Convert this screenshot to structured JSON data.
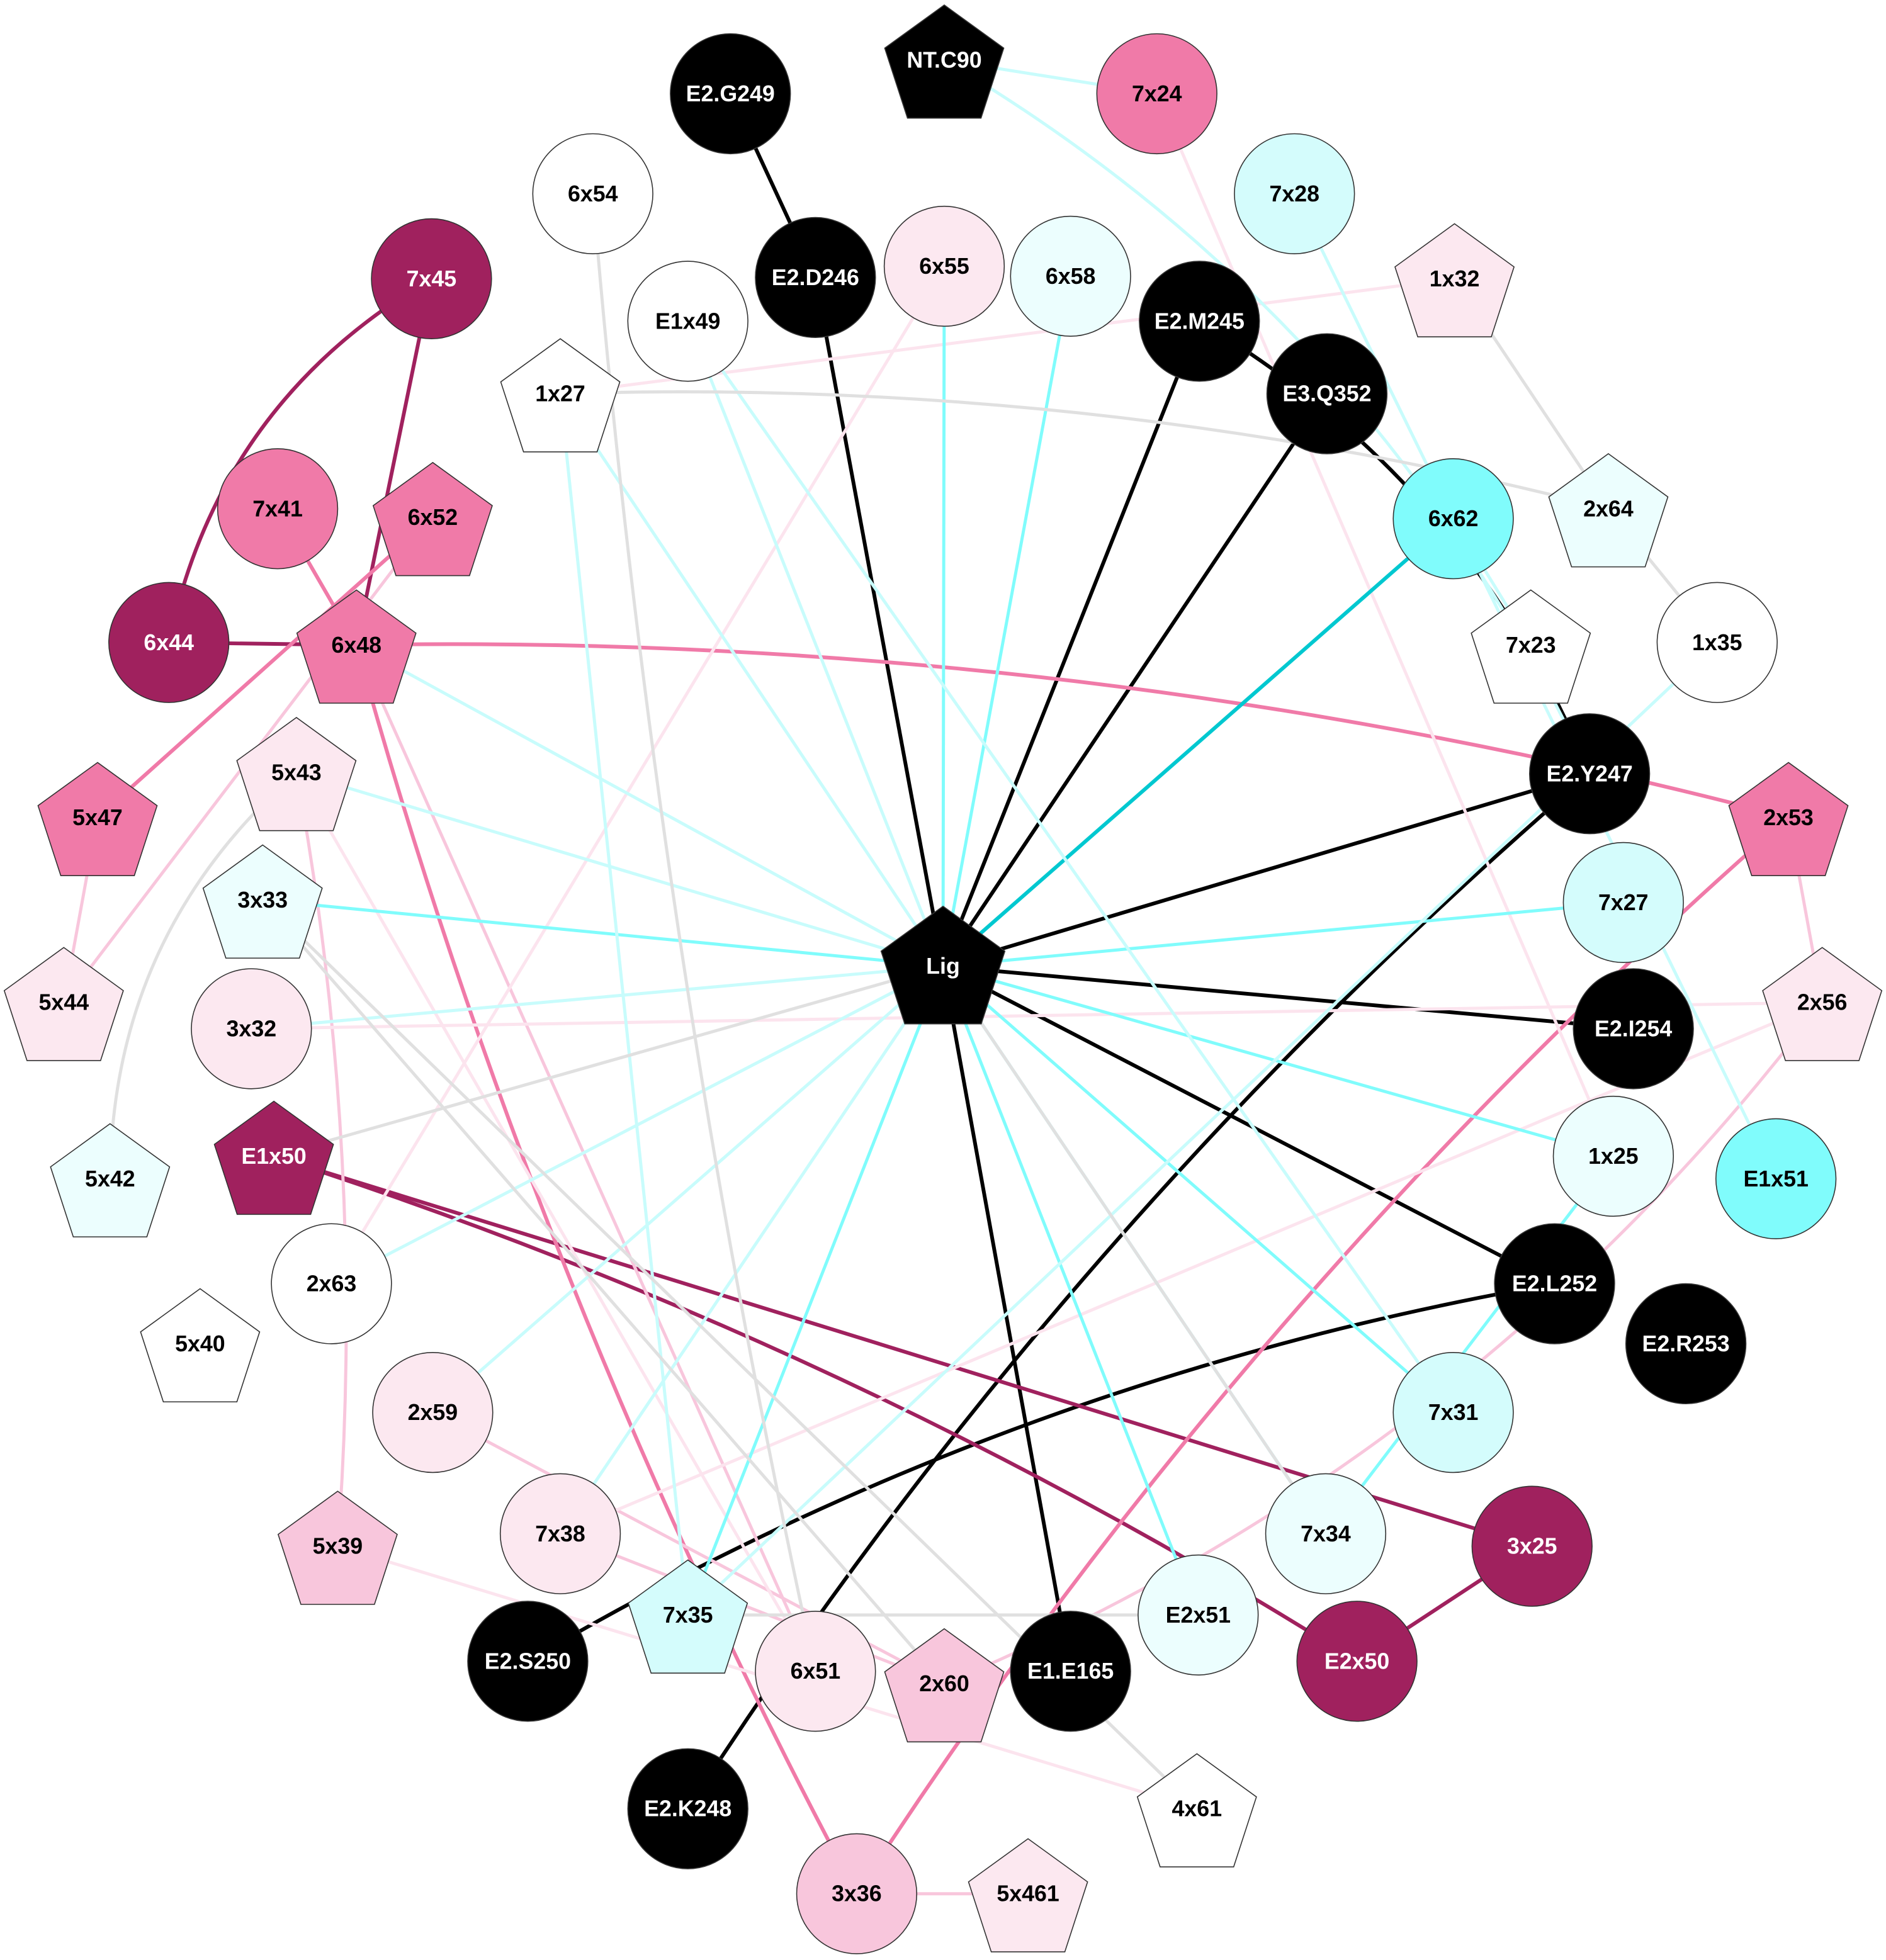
{
  "colors": {
    "black": "#000000",
    "dark_magenta": "#a0215e",
    "pink": "#f07aa8",
    "light_pink": "#f8c6dc",
    "pale_pink": "#fce8f0",
    "cyan": "#00c8d0",
    "mid_cyan": "#80fcfc",
    "light_cyan": "#d4fcfc",
    "pale_cyan": "#ecfefe",
    "white": "#ffffff",
    "gray_edge": "#e0e0e0"
  },
  "nodes": [
    {
      "id": "Lig",
      "shape": "pentagon",
      "fill": "#000000",
      "text": "#ffffff"
    },
    {
      "id": "NT.C90",
      "shape": "pentagon",
      "fill": "#000000",
      "text": "#ffffff"
    },
    {
      "id": "E2.G249",
      "shape": "circle",
      "fill": "#000000",
      "text": "#ffffff"
    },
    {
      "id": "7x24",
      "shape": "circle",
      "fill": "#f07aa8",
      "text": "#000000"
    },
    {
      "id": "6x54",
      "shape": "circle",
      "fill": "#ffffff",
      "text": "#000000"
    },
    {
      "id": "7x28",
      "shape": "circle",
      "fill": "#d4fcfc",
      "text": "#000000"
    },
    {
      "id": "7x45",
      "shape": "circle",
      "fill": "#a0215e",
      "text": "#ffffff"
    },
    {
      "id": "E2.D246",
      "shape": "circle",
      "fill": "#000000",
      "text": "#ffffff"
    },
    {
      "id": "6x55",
      "shape": "circle",
      "fill": "#fce8f0",
      "text": "#000000"
    },
    {
      "id": "6x58",
      "shape": "circle",
      "fill": "#ecfefe",
      "text": "#000000"
    },
    {
      "id": "E2.M245",
      "shape": "circle",
      "fill": "#000000",
      "text": "#ffffff"
    },
    {
      "id": "1x32",
      "shape": "pentagon",
      "fill": "#fce8f0",
      "text": "#000000"
    },
    {
      "id": "E1x49",
      "shape": "circle",
      "fill": "#ffffff",
      "text": "#000000"
    },
    {
      "id": "1x27",
      "shape": "pentagon",
      "fill": "#ffffff",
      "text": "#000000"
    },
    {
      "id": "E3.Q352",
      "shape": "circle",
      "fill": "#000000",
      "text": "#ffffff"
    },
    {
      "id": "7x41",
      "shape": "circle",
      "fill": "#f07aa8",
      "text": "#000000"
    },
    {
      "id": "6x52",
      "shape": "pentagon",
      "fill": "#f07aa8",
      "text": "#000000"
    },
    {
      "id": "6x62",
      "shape": "circle",
      "fill": "#80fcfc",
      "text": "#000000"
    },
    {
      "id": "2x64",
      "shape": "pentagon",
      "fill": "#ecfefe",
      "text": "#000000"
    },
    {
      "id": "6x44",
      "shape": "circle",
      "fill": "#a0215e",
      "text": "#ffffff"
    },
    {
      "id": "6x48",
      "shape": "pentagon",
      "fill": "#f07aa8",
      "text": "#000000"
    },
    {
      "id": "7x23",
      "shape": "pentagon",
      "fill": "#ffffff",
      "text": "#000000"
    },
    {
      "id": "1x35",
      "shape": "circle",
      "fill": "#ffffff",
      "text": "#000000"
    },
    {
      "id": "E2.Y247",
      "shape": "circle",
      "fill": "#000000",
      "text": "#ffffff"
    },
    {
      "id": "5x43",
      "shape": "pentagon",
      "fill": "#fce8f0",
      "text": "#000000"
    },
    {
      "id": "5x47",
      "shape": "pentagon",
      "fill": "#f07aa8",
      "text": "#000000"
    },
    {
      "id": "2x53",
      "shape": "pentagon",
      "fill": "#f07aa8",
      "text": "#000000"
    },
    {
      "id": "3x33",
      "shape": "pentagon",
      "fill": "#ecfefe",
      "text": "#000000"
    },
    {
      "id": "7x27",
      "shape": "circle",
      "fill": "#d4fcfc",
      "text": "#000000"
    },
    {
      "id": "5x44",
      "shape": "pentagon",
      "fill": "#fce8f0",
      "text": "#000000"
    },
    {
      "id": "3x32",
      "shape": "circle",
      "fill": "#fce8f0",
      "text": "#000000"
    },
    {
      "id": "E2.I254",
      "shape": "circle",
      "fill": "#000000",
      "text": "#ffffff"
    },
    {
      "id": "2x56",
      "shape": "pentagon",
      "fill": "#fce8f0",
      "text": "#000000"
    },
    {
      "id": "5x42",
      "shape": "pentagon",
      "fill": "#ecfefe",
      "text": "#000000"
    },
    {
      "id": "E1x50",
      "shape": "pentagon",
      "fill": "#a0215e",
      "text": "#ffffff"
    },
    {
      "id": "1x25",
      "shape": "circle",
      "fill": "#ecfefe",
      "text": "#000000"
    },
    {
      "id": "E1x51",
      "shape": "circle",
      "fill": "#80fcfc",
      "text": "#000000"
    },
    {
      "id": "2x63",
      "shape": "circle",
      "fill": "#ffffff",
      "text": "#000000"
    },
    {
      "id": "E2.L252",
      "shape": "circle",
      "fill": "#000000",
      "text": "#ffffff"
    },
    {
      "id": "5x40",
      "shape": "pentagon",
      "fill": "#ffffff",
      "text": "#000000"
    },
    {
      "id": "E2.R253",
      "shape": "circle",
      "fill": "#000000",
      "text": "#ffffff"
    },
    {
      "id": "2x59",
      "shape": "circle",
      "fill": "#fce8f0",
      "text": "#000000"
    },
    {
      "id": "7x31",
      "shape": "circle",
      "fill": "#d4fcfc",
      "text": "#000000"
    },
    {
      "id": "7x38",
      "shape": "circle",
      "fill": "#fce8f0",
      "text": "#000000"
    },
    {
      "id": "5x39",
      "shape": "pentagon",
      "fill": "#f8c6dc",
      "text": "#000000"
    },
    {
      "id": "7x34",
      "shape": "circle",
      "fill": "#ecfefe",
      "text": "#000000"
    },
    {
      "id": "3x25",
      "shape": "circle",
      "fill": "#a0215e",
      "text": "#ffffff"
    },
    {
      "id": "7x35",
      "shape": "pentagon",
      "fill": "#d4fcfc",
      "text": "#000000"
    },
    {
      "id": "E2x51",
      "shape": "circle",
      "fill": "#ecfefe",
      "text": "#000000"
    },
    {
      "id": "E2.S250",
      "shape": "circle",
      "fill": "#000000",
      "text": "#ffffff"
    },
    {
      "id": "6x51",
      "shape": "circle",
      "fill": "#fce8f0",
      "text": "#000000"
    },
    {
      "id": "2x60",
      "shape": "pentagon",
      "fill": "#f8c6dc",
      "text": "#000000"
    },
    {
      "id": "E1.E165",
      "shape": "circle",
      "fill": "#000000",
      "text": "#ffffff"
    },
    {
      "id": "E2x50",
      "shape": "circle",
      "fill": "#a0215e",
      "text": "#ffffff"
    },
    {
      "id": "E2.K248",
      "shape": "circle",
      "fill": "#000000",
      "text": "#ffffff"
    },
    {
      "id": "4x61",
      "shape": "pentagon",
      "fill": "#ffffff",
      "text": "#000000"
    },
    {
      "id": "3x36",
      "shape": "circle",
      "fill": "#f8c6dc",
      "text": "#000000"
    },
    {
      "id": "5x461",
      "shape": "pentagon",
      "fill": "#fce8f0",
      "text": "#000000"
    }
  ],
  "edges": [
    {
      "s": "E2.G249",
      "t": "E2.D246",
      "color": "#000000"
    },
    {
      "s": "E2.D246",
      "t": "Lig",
      "color": "#000000"
    },
    {
      "s": "E2.M245",
      "t": "Lig",
      "color": "#000000"
    },
    {
      "s": "E3.Q352",
      "t": "Lig",
      "color": "#000000"
    },
    {
      "s": "E2.M245",
      "t": "E2.Y247",
      "color": "#000000"
    },
    {
      "s": "E2.Y247",
      "t": "Lig",
      "color": "#000000"
    },
    {
      "s": "E2.I254",
      "t": "Lig",
      "color": "#000000"
    },
    {
      "s": "E2.L252",
      "t": "Lig",
      "color": "#000000"
    },
    {
      "s": "E1.E165",
      "t": "Lig",
      "color": "#000000"
    },
    {
      "s": "E2.Y247",
      "t": "E2.K248",
      "color": "#000000"
    },
    {
      "s": "E2.L252",
      "t": "E2.S250",
      "color": "#000000"
    },
    {
      "s": "7x45",
      "t": "6x44",
      "color": "#a0215e"
    },
    {
      "s": "7x45",
      "t": "6x48",
      "color": "#a0215e"
    },
    {
      "s": "6x44",
      "t": "6x48",
      "color": "#a0215e"
    },
    {
      "s": "E1x50",
      "t": "3x25",
      "color": "#a0215e"
    },
    {
      "s": "E1x50",
      "t": "E2x50",
      "color": "#a0215e"
    },
    {
      "s": "3x25",
      "t": "E2x50",
      "color": "#a0215e"
    },
    {
      "s": "6x48",
      "t": "2x53",
      "color": "#f07aa8"
    },
    {
      "s": "6x52",
      "t": "5x47",
      "color": "#f07aa8"
    },
    {
      "s": "6x48",
      "t": "3x36",
      "color": "#f07aa8"
    },
    {
      "s": "2x53",
      "t": "3x36",
      "color": "#f07aa8"
    },
    {
      "s": "7x41",
      "t": "6x48",
      "color": "#f07aa8"
    },
    {
      "s": "6x52",
      "t": "5x44",
      "color": "#f8c6dc"
    },
    {
      "s": "5x47",
      "t": "5x44",
      "color": "#f8c6dc"
    },
    {
      "s": "5x43",
      "t": "5x39",
      "color": "#f8c6dc"
    },
    {
      "s": "2x53",
      "t": "2x56",
      "color": "#f8c6dc"
    },
    {
      "s": "2x59",
      "t": "2x60",
      "color": "#f8c6dc"
    },
    {
      "s": "7x38",
      "t": "2x60",
      "color": "#f8c6dc"
    },
    {
      "s": "3x36",
      "t": "5x461",
      "color": "#f8c6dc"
    },
    {
      "s": "2x56",
      "t": "2x60",
      "color": "#f8c6dc"
    },
    {
      "s": "6x48",
      "t": "6x51",
      "color": "#f8c6dc"
    },
    {
      "s": "1x27",
      "t": "1x32",
      "color": "#fce4ee"
    },
    {
      "s": "6x55",
      "t": "2x63",
      "color": "#fce4ee"
    },
    {
      "s": "7x24",
      "t": "1x25",
      "color": "#fce4ee"
    },
    {
      "s": "3x32",
      "t": "2x56",
      "color": "#fce4ee"
    },
    {
      "s": "5x39",
      "t": "4x61",
      "color": "#fce4ee"
    },
    {
      "s": "5x43",
      "t": "6x51",
      "color": "#fce4ee"
    },
    {
      "s": "2x56",
      "t": "7x38",
      "color": "#fce4ee"
    },
    {
      "s": "6x62",
      "t": "Lig",
      "color": "#00c8d0"
    },
    {
      "s": "6x58",
      "t": "Lig",
      "color": "#80fcfc"
    },
    {
      "s": "3x33",
      "t": "Lig",
      "color": "#80fcfc"
    },
    {
      "s": "7x27",
      "t": "Lig",
      "color": "#80fcfc"
    },
    {
      "s": "1x25",
      "t": "Lig",
      "color": "#80fcfc"
    },
    {
      "s": "7x34",
      "t": "Lig",
      "color": "#80fcfc"
    },
    {
      "s": "E2x51",
      "t": "Lig",
      "color": "#80fcfc"
    },
    {
      "s": "7x35",
      "t": "Lig",
      "color": "#80fcfc"
    },
    {
      "s": "7x31",
      "t": "Lig",
      "color": "#80fcfc"
    },
    {
      "s": "6x55",
      "t": "Lig",
      "color": "#80fcfc"
    },
    {
      "s": "1x25",
      "t": "7x34",
      "color": "#80fcfc"
    },
    {
      "s": "E1x49",
      "t": "7x31",
      "color": "#c8fcfc"
    },
    {
      "s": "1x27",
      "t": "7x35",
      "color": "#c8fcfc"
    },
    {
      "s": "1x27",
      "t": "Lig",
      "color": "#c8fcfc"
    },
    {
      "s": "5x43",
      "t": "Lig",
      "color": "#c8fcfc"
    },
    {
      "s": "6x48",
      "t": "Lig",
      "color": "#c8fcfc"
    },
    {
      "s": "2x59",
      "t": "Lig",
      "color": "#c8fcfc"
    },
    {
      "s": "7x38",
      "t": "Lig",
      "color": "#c8fcfc"
    },
    {
      "s": "2x63",
      "t": "Lig",
      "color": "#c8fcfc"
    },
    {
      "s": "3x32",
      "t": "Lig",
      "color": "#c8fcfc"
    },
    {
      "s": "7x28",
      "t": "E1x51",
      "color": "#c8fcfc"
    },
    {
      "s": "NT.C90",
      "t": "7x24",
      "color": "#c8fcfc"
    },
    {
      "s": "NT.C90",
      "t": "E2.Y247",
      "color": "#c8fcfc"
    },
    {
      "s": "E1x49",
      "t": "Lig",
      "color": "#c8fcfc"
    },
    {
      "s": "6x62",
      "t": "7x23",
      "color": "#c8fcfc"
    },
    {
      "s": "1x35",
      "t": "7x35",
      "color": "#c8fcfc"
    },
    {
      "s": "6x54",
      "t": "6x51",
      "color": "#e0e0e0"
    },
    {
      "s": "1x27",
      "t": "2x64",
      "color": "#e0e0e0"
    },
    {
      "s": "1x32",
      "t": "2x64",
      "color": "#e0e0e0"
    },
    {
      "s": "2x64",
      "t": "1x35",
      "color": "#e0e0e0"
    },
    {
      "s": "5x43",
      "t": "5x42",
      "color": "#e0e0e0"
    },
    {
      "s": "E1x50",
      "t": "Lig",
      "color": "#e0e0e0"
    },
    {
      "s": "3x33",
      "t": "4x61",
      "color": "#e0e0e0"
    },
    {
      "s": "3x33",
      "t": "2x60",
      "color": "#e0e0e0"
    },
    {
      "s": "Lig",
      "t": "7x34",
      "color": "#e0e0e0"
    },
    {
      "s": "E2x51",
      "t": "7x35",
      "color": "#e0e0e0"
    }
  ]
}
